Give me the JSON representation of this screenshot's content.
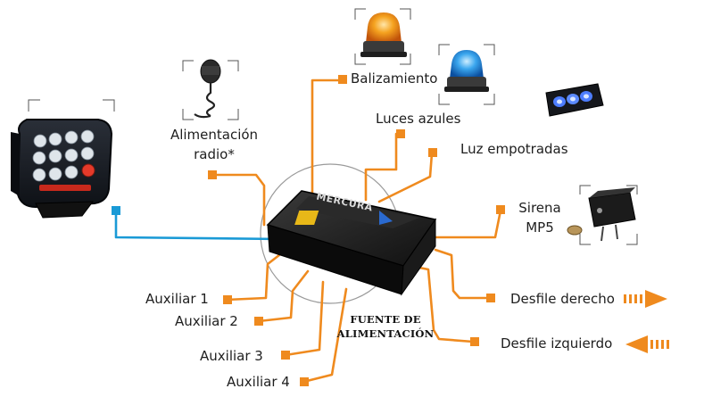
{
  "colors": {
    "orange": "#ef8a1e",
    "blue": "#1a9ad6",
    "device": "#141414"
  },
  "hub": {
    "brand": "MERCURA",
    "caption_line1": "FUENTE DE",
    "caption_line2": "ALIMENTACIÓN"
  },
  "labels": {
    "balizamiento": "Balizamiento",
    "luces_azules": "Luces azules",
    "luz_empotradas": "Luz empotradas",
    "alimentacion_radio_line1": "Alimentación",
    "alimentacion_radio_line2": "radio*",
    "sirena_line1": "Sirena",
    "sirena_line2": "MP5",
    "auxiliar_1": "Auxiliar 1",
    "auxiliar_2": "Auxiliar 2",
    "auxiliar_3": "Auxiliar 3",
    "auxiliar_4": "Auxiliar 4",
    "desfile_derecho": "Desfile derecho",
    "desfile_izquierdo": "Desfile izquierdo"
  },
  "icons": {
    "control_panel": "keypad-controller-icon",
    "microphone": "microphone-icon",
    "amber_beacon": "amber-beacon-icon",
    "blue_beacon": "blue-beacon-icon",
    "recessed_light": "recessed-light-icon",
    "siren": "siren-module-icon",
    "arrow_right": "striped-arrow-right-icon",
    "arrow_left": "striped-arrow-left-icon"
  }
}
